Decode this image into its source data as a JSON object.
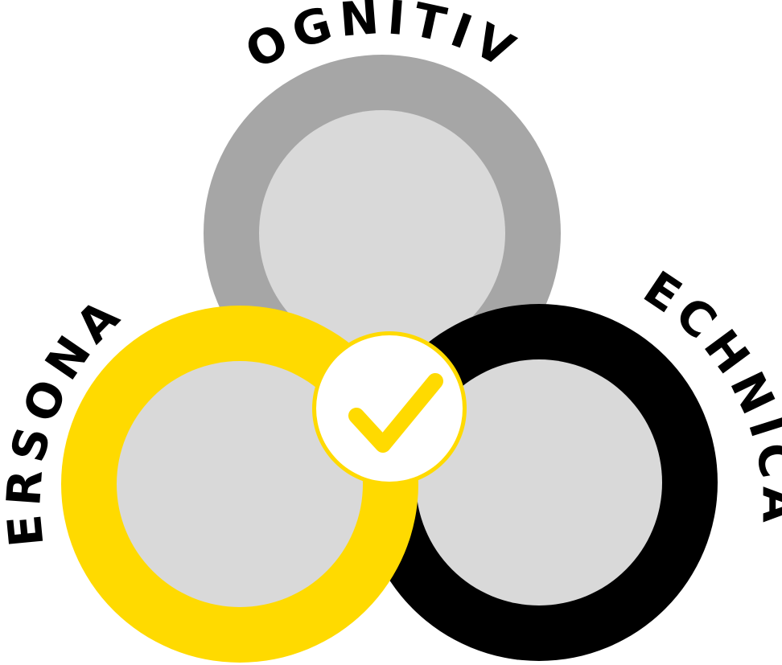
{
  "labels": {
    "cognitive": "COGNITIVE",
    "personal": "PERSONAL",
    "technical": "TECHNICAL"
  },
  "center_icon": "checkmark-icon",
  "colors": {
    "cognitive_ring": "#a6a6a6",
    "technical_ring": "#000000",
    "personal_ring": "#ffda00",
    "circle_fill": "#d9d9d9",
    "checkmark": "#ffda00",
    "badge_fill": "#ffffff",
    "label_text": "#000000"
  }
}
